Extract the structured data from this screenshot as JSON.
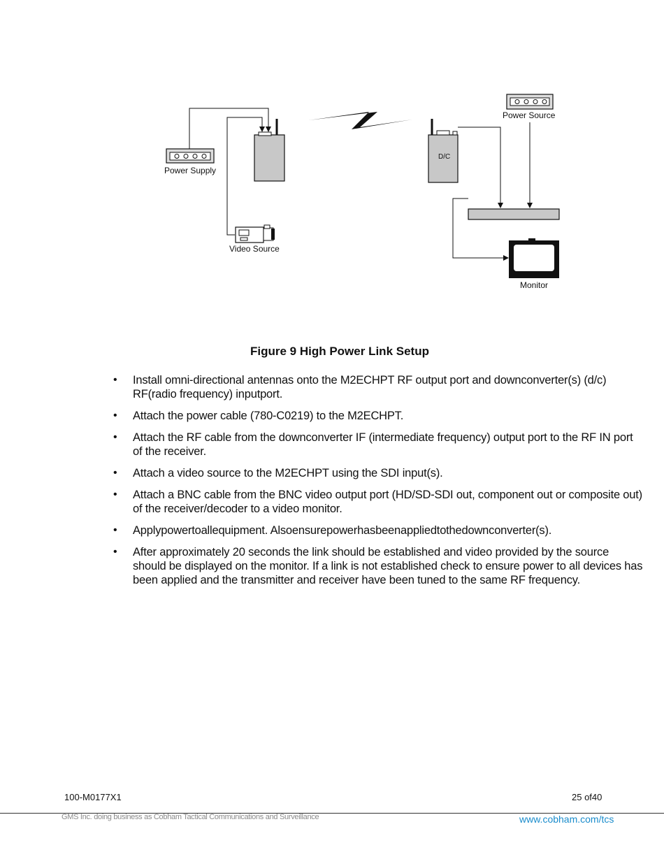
{
  "diagram": {
    "labels": {
      "power_source": "Power Source",
      "power_supply": "Power Supply",
      "video_source": "Video Source",
      "dc": "D/C",
      "monitor": "Monitor"
    }
  },
  "figure_caption": "Figure 9 High Power Link Setup",
  "steps": [
    "Install omni-directional antennas onto the M2ECHPT RF output port and downconverter(s) (d/c) RF(radio frequency) inputport.",
    "Attach the power cable (780-C0219) to the M2ECHPT.",
    "Attach the RF cable from the downconverter IF (intermediate frequency) output port to the RF IN port of the receiver.",
    "Attach a video source to the M2ECHPT using the SDI input(s).",
    "Attach a BNC cable from the BNC video output port (HD/SD-SDI out, component out or composite out) of the receiver/decoder to a video monitor.",
    "Applypowertoallequipment. Alsoensurepowerhasbeenappliedtothedownconverter(s).",
    "After approximately 20 seconds the link should be established and video provided by the source should be displayed on the monitor. If a link is not established check to ensure power to all devices has been applied and the transmitter and receiver have been tuned to the same RF frequency."
  ],
  "footer": {
    "doc_number": "100-M0177X1",
    "page": "25 of40",
    "company": "GMS Inc. doing business as Cobham Tactical Communications and Surveillance",
    "website": "www.cobham.com/tcs"
  },
  "colors": {
    "link": "#1a8ccc",
    "device_fill": "#c8c8c8"
  }
}
